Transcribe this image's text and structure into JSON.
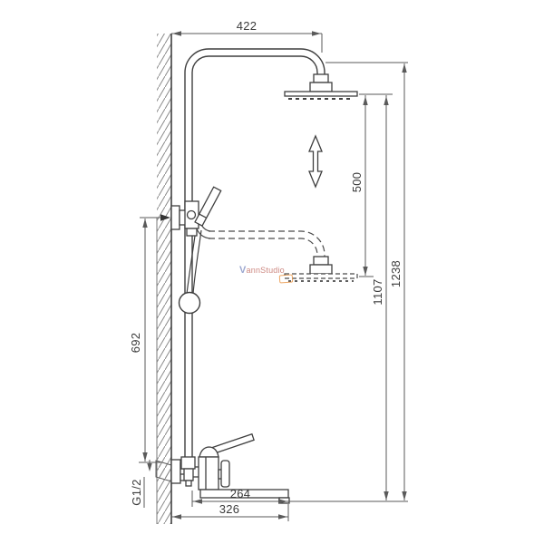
{
  "drawing": {
    "type": "technical-dimension-diagram",
    "subject": "wall-mounted shower column with adjustable overhead shower, hand shower and bath spout mixer",
    "units": "mm",
    "line_color": "#3f3f3f",
    "dim_color": "#5a5a5a",
    "dims": {
      "arm_width": "422",
      "height_adjustment": "500",
      "lower_head_height": "1107",
      "total_height": "1238",
      "holder_height": "692",
      "spout_reach": "264",
      "spout_overall": "326",
      "inlet_thread": "G1/2"
    },
    "watermark": {
      "text": "VannStudio",
      "text_color": "#c4736b",
      "glyph_color": "#8a98c8",
      "accent_color": "#e8913f"
    }
  }
}
